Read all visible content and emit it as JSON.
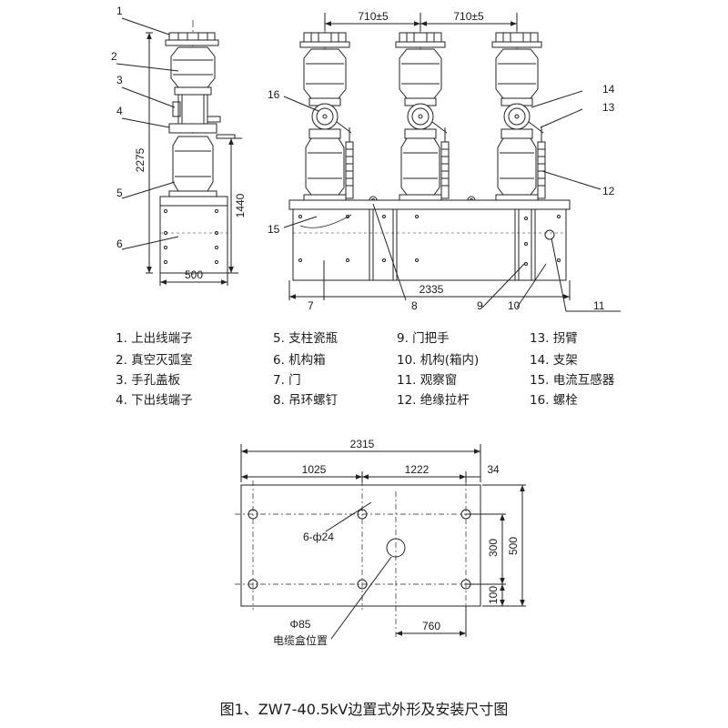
{
  "callouts": {
    "c1": "1",
    "c2": "2",
    "c3": "3",
    "c4": "4",
    "c5": "5",
    "c6": "6",
    "c7": "7",
    "c8": "8",
    "c9": "9",
    "c10": "10",
    "c11": "11",
    "c12": "12",
    "c13": "13",
    "c14": "14",
    "c15": "15",
    "c16": "16"
  },
  "dims": {
    "h_total": "2275",
    "h_box": "1440",
    "w_side": "500",
    "pitch_left": "710±5",
    "pitch_right": "710±5",
    "w_front": "2335"
  },
  "legend": [
    "1. 上出线端子",
    "2. 真空灭弧室",
    "3. 手孔盖板",
    "4. 下出线端子",
    "5. 支柱瓷瓶",
    "6. 机构箱",
    "7. 门",
    "8. 吊环螺钉",
    "9. 门把手",
    "10. 机构(箱内)",
    "11. 观察窗",
    "12. 绝缘拉杆",
    "13. 拐臂",
    "14. 支架",
    "15. 电流互感器",
    "16. 螺栓"
  ],
  "plan": {
    "w_total": "2315",
    "w_left": "1025",
    "w_right": "1222",
    "offset": "34",
    "holes": "6-ф24",
    "h_300": "300",
    "h_500": "500",
    "h_100": "100",
    "w_760": "760",
    "cable_dia": "Φ85",
    "cable_pos": "电缆盒位置"
  },
  "caption": "图1、ZW7-40.5kV边置式外形及安装尺寸图"
}
